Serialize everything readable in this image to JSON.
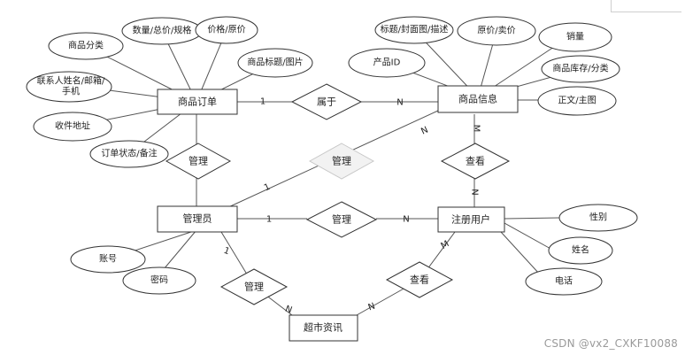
{
  "entities": {
    "order": "商品订单",
    "product": "商品信息",
    "admin": "管理员",
    "user": "注册用户",
    "news": "超市资讯"
  },
  "relations": {
    "belongs": "属于",
    "manage_order": "管理",
    "manage_product": "管理",
    "manage_user": "管理",
    "view_product": "查看",
    "manage_news": "管理",
    "view_news": "查看"
  },
  "attributes": {
    "order_category": "商品分类",
    "order_qty": "数量/总价/规格",
    "order_price": "价格/原价",
    "order_title_img": "商品标题/图片",
    "order_contact": [
      "联系人姓名/邮箱/",
      "手机"
    ],
    "order_address": "收件地址",
    "order_status": "订单状态/备注",
    "product_title": "标题/封面图/描述",
    "product_price": "原价/卖价",
    "product_sales": "销量",
    "product_id": "产品ID",
    "product_stock": "商品库存/分类",
    "product_body": "正文/主图",
    "user_gender": "性别",
    "user_name": "姓名",
    "user_phone": "电话",
    "admin_account": "账号",
    "admin_password": "密码"
  },
  "cardinalities": {
    "order_belongs": "1",
    "belongs_product": "N",
    "admin_manage_product": "1",
    "manage_product_end": "N",
    "product_view": "M",
    "view_user": "N",
    "admin_manage_user": "1",
    "manage_user_end": "N",
    "admin_manage_news": "1",
    "manage_news_end": "N",
    "user_view_news": "M",
    "view_news_end": "N"
  },
  "watermark": "CSDN @vx2_CXKF10088"
}
